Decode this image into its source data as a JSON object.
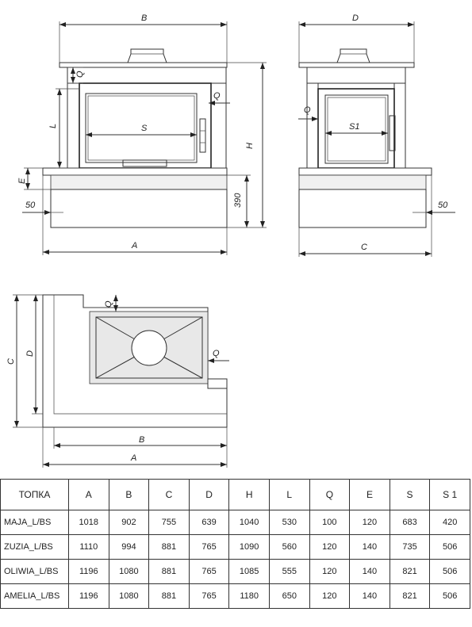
{
  "labels": {
    "front": {
      "B": "B",
      "A": "A",
      "H": "H",
      "L": "L",
      "Q_top": "Q",
      "Q_side": "Q",
      "E": "E",
      "S": "S",
      "d50": "50",
      "d390": "390"
    },
    "side": {
      "D": "D",
      "C": "C",
      "Q": "Q",
      "S1": "S1",
      "d50": "50"
    },
    "plan": {
      "C": "C",
      "D": "D",
      "Q_top": "Q",
      "Q_side": "Q",
      "B": "B",
      "A": "A"
    }
  },
  "table": {
    "headers": [
      "ТОПКА",
      "A",
      "B",
      "C",
      "D",
      "H",
      "L",
      "Q",
      "E",
      "S",
      "S 1"
    ],
    "rows": [
      [
        "MAJA_L/BS",
        "1018",
        "902",
        "755",
        "639",
        "1040",
        "530",
        "100",
        "120",
        "683",
        "420"
      ],
      [
        "ZUZIA_L/BS",
        "1110",
        "994",
        "881",
        "765",
        "1090",
        "560",
        "120",
        "140",
        "735",
        "506"
      ],
      [
        "OLIWIA_L/BS",
        "1196",
        "1080",
        "881",
        "765",
        "1085",
        "555",
        "120",
        "140",
        "821",
        "506"
      ],
      [
        "AMELIA_L/BS",
        "1196",
        "1080",
        "881",
        "765",
        "1180",
        "650",
        "120",
        "140",
        "821",
        "506"
      ]
    ]
  }
}
